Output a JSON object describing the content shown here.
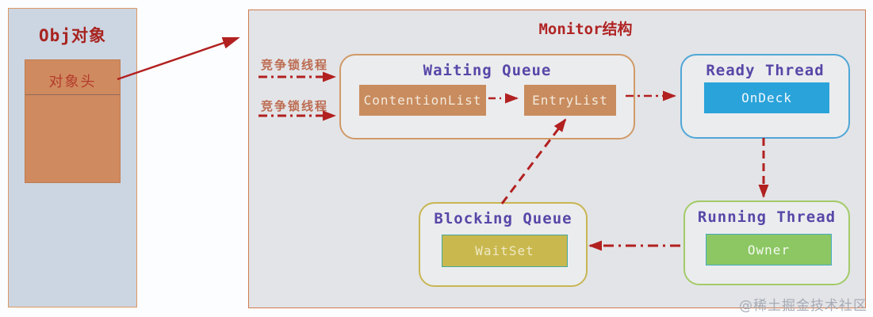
{
  "obj_box": {
    "title": "Obj对象",
    "header_label": "对象头"
  },
  "monitor": {
    "title": "Monitor结构",
    "incoming_labels": [
      "竞争锁线程",
      "竞争锁线程"
    ],
    "waiting_queue": {
      "title": "Waiting Queue",
      "contention_list_label": "ContentionList",
      "entry_list_label": "EntryList"
    },
    "ready_thread": {
      "title": "Ready Thread",
      "item_label": "OnDeck"
    },
    "blocking_queue": {
      "title": "Blocking Queue",
      "item_label": "WaitSet"
    },
    "running_thread": {
      "title": "Running Thread",
      "item_label": "Owner"
    }
  },
  "watermark": "@稀土掘金技术社区",
  "colors": {
    "arrow_red": "#b22020",
    "title_red": "#b02424",
    "heading_purple": "#5847a8",
    "contend_label_brown": "#bc6b50",
    "obj_fill": "#ccd5e2",
    "obj_border": "#dc9a62",
    "obj_header_fill": "#d08a60",
    "monitor_fill": "#e3e4e7",
    "monitor_border": "#cf7a50",
    "waiting_queue_border": "#d09a68",
    "list_box_fill": "#c98c5e",
    "ready_border": "#4fa7d7",
    "ondeck_fill": "#2aa3da",
    "blocking_border": "#c7b652",
    "waitset_fill": "#c9b84e",
    "waitset_border": "#44a89a",
    "running_border": "#a3cb68",
    "owner_fill": "#8cc763",
    "owner_border": "#46aac2",
    "watermark_gray": "#a6abb6"
  }
}
